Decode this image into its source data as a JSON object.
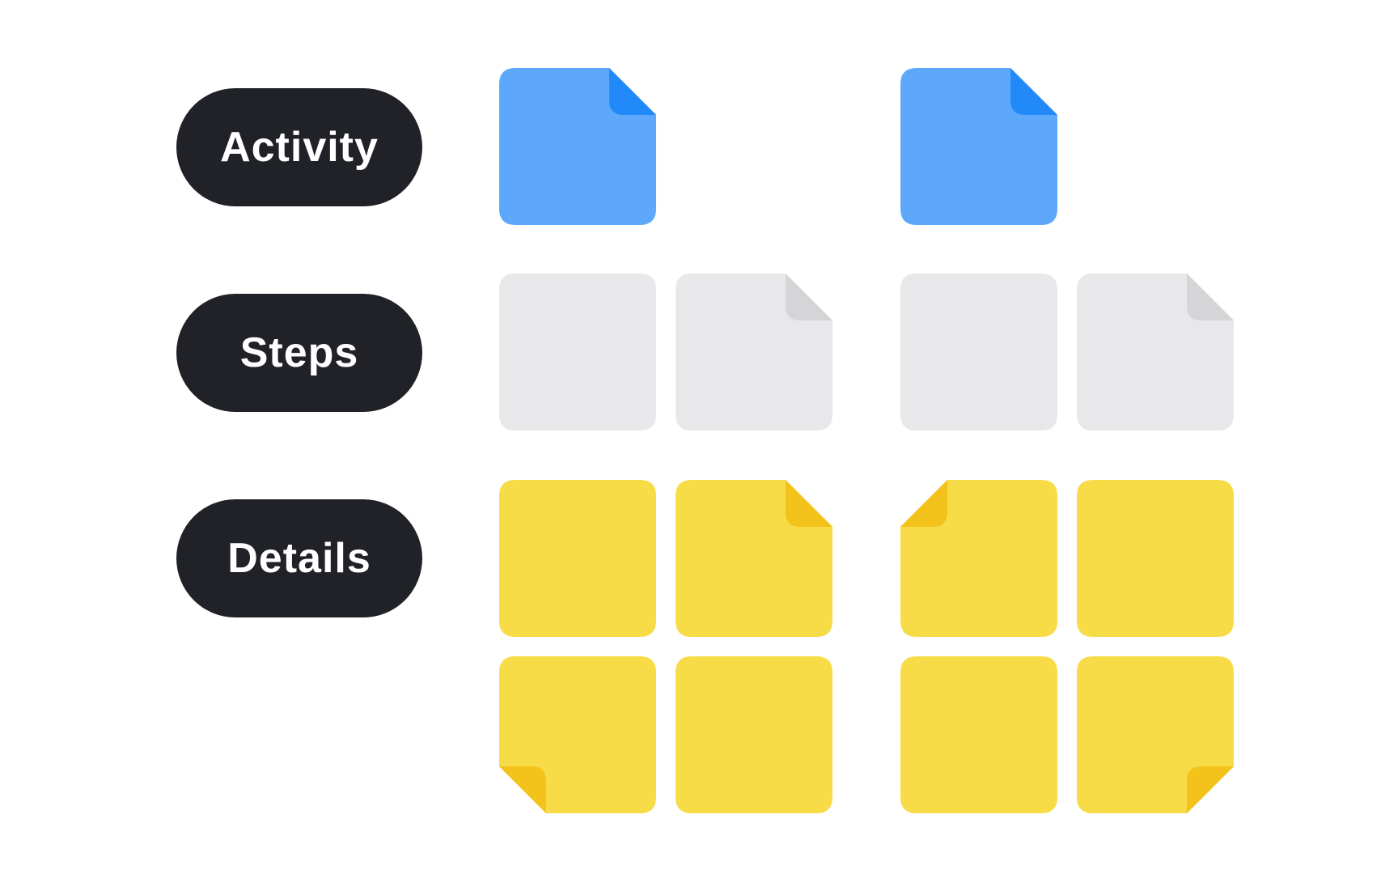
{
  "rows": [
    {
      "label": "Activity",
      "color": "#5EA8FC",
      "fold_color": "#2289F9"
    },
    {
      "label": "Steps",
      "color": "#E8E8EA",
      "fold_color": "#D5D5D8"
    },
    {
      "label": "Details",
      "color": "#F7DB47",
      "fold_color": "#F3C21B"
    }
  ],
  "notes": [
    {
      "row": "activity",
      "color": "#5EA8FC",
      "fold": "top-right"
    },
    {
      "row": "activity",
      "color": "#5EA8FC",
      "fold": "top-right"
    },
    {
      "row": "steps",
      "color": "#E8E8EA",
      "fold": "none"
    },
    {
      "row": "steps",
      "color": "#E8E8EA",
      "fold": "top-right"
    },
    {
      "row": "steps",
      "color": "#E8E8EA",
      "fold": "none"
    },
    {
      "row": "steps",
      "color": "#E8E8EA",
      "fold": "top-right"
    },
    {
      "row": "details",
      "color": "#F7DB47",
      "fold": "none"
    },
    {
      "row": "details",
      "color": "#F7DB47",
      "fold": "top-right"
    },
    {
      "row": "details",
      "color": "#F7DB47",
      "fold": "top-left"
    },
    {
      "row": "details",
      "color": "#F7DB47",
      "fold": "none"
    },
    {
      "row": "details",
      "color": "#F7DB47",
      "fold": "bottom-left"
    },
    {
      "row": "details",
      "color": "#F7DB47",
      "fold": "none"
    },
    {
      "row": "details",
      "color": "#F7DB47",
      "fold": "none"
    },
    {
      "row": "details",
      "color": "#F7DB47",
      "fold": "bottom-right"
    }
  ]
}
